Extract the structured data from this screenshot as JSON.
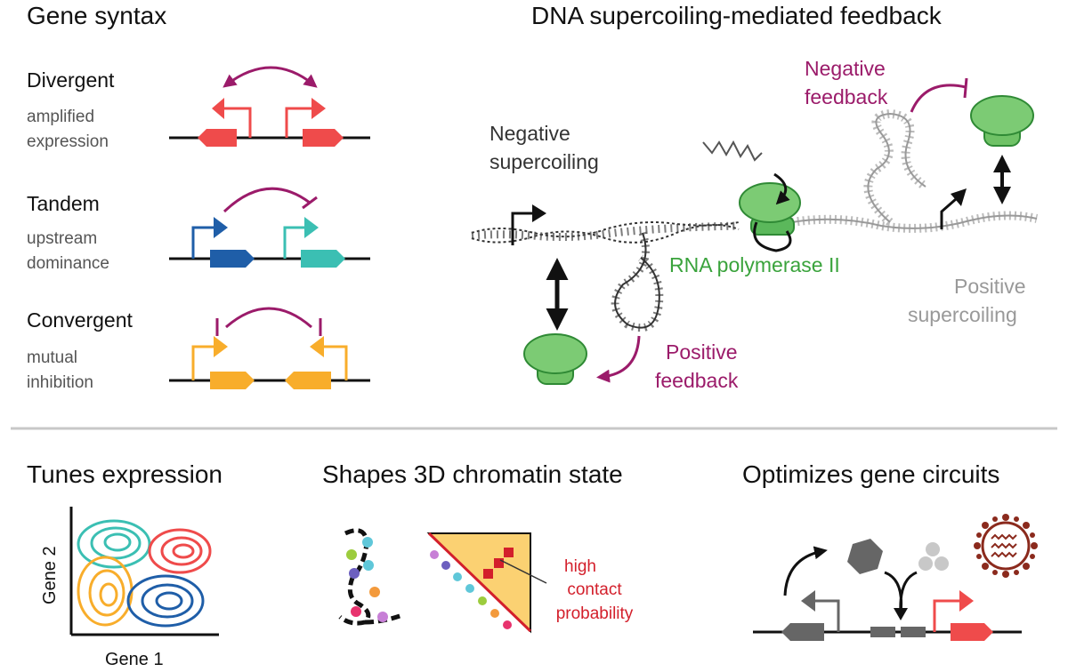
{
  "headings": {
    "gene_syntax": "Gene syntax",
    "feedback": "DNA supercoiling-mediated feedback",
    "tunes": "Tunes expression",
    "shapes": "Shapes 3D chromatin state",
    "optimizes": "Optimizes gene circuits"
  },
  "syntax": {
    "divergent": {
      "title": "Divergent",
      "desc1": "amplified",
      "desc2": "expression"
    },
    "tandem": {
      "title": "Tandem",
      "desc1": "upstream",
      "desc2": "dominance"
    },
    "convergent": {
      "title": "Convergent",
      "desc1": "mutual",
      "desc2": "inhibition"
    }
  },
  "feedback": {
    "negative_sc_1": "Negative",
    "negative_sc_2": "supercoiling",
    "negative_fb_1": "Negative",
    "negative_fb_2": "feedback",
    "positive_sc_1": "Positive",
    "positive_sc_2": "supercoiling",
    "positive_fb_1": "Positive",
    "positive_fb_2": "feedback",
    "polymerase": "RNA polymerase II"
  },
  "tunes": {
    "xlabel": "Gene 1",
    "ylabel": "Gene 2"
  },
  "chromatin": {
    "note1": "high",
    "note2": "contact",
    "note3": "probability"
  },
  "colors": {
    "red": "#ef4b4b",
    "dark_blue": "#1f5ea8",
    "teal": "#3bbfb3",
    "orange": "#f8ad2b",
    "purple": "#9b1b6a",
    "green": "#5bb85b",
    "gray": "#666666",
    "contact_red": "#d31f2b"
  }
}
